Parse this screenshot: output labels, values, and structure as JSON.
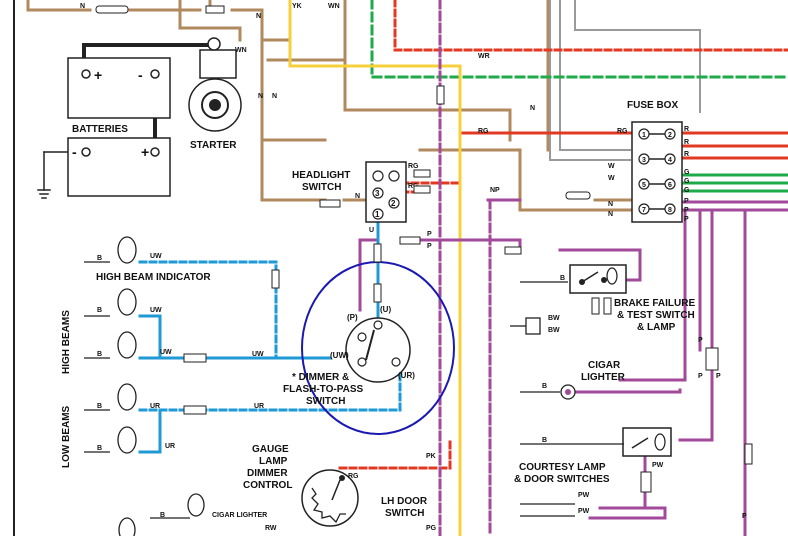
{
  "labels": {
    "batteries": "BATTERIES",
    "starter": "STARTER",
    "headlight_switch_1": "HEADLIGHT",
    "headlight_switch_2": "SWITCH",
    "fuse_box": "FUSE BOX",
    "high_beam_indicator": "HIGH BEAM INDICATOR",
    "high_beams": "HIGH BEAMS",
    "low_beams": "LOW BEAMS",
    "dimmer_1": "* DIMMER &",
    "dimmer_2": "FLASH-TO-PASS",
    "dimmer_3": "SWITCH",
    "brake_1": "BRAKE FAILURE",
    "brake_2": "& TEST SWITCH",
    "brake_3": "& LAMP",
    "cigar_1": "CIGAR",
    "cigar_2": "LIGHTER",
    "courtesy_1": "COURTESY LAMP",
    "courtesy_2": "& DOOR SWITCHES",
    "gauge_1": "GAUGE",
    "gauge_2": "LAMP",
    "gauge_3": "DIMMER",
    "gauge_4": "CONTROL",
    "lh_door_1": "LH DOOR",
    "lh_door_2": "SWITCH",
    "cigar_lighter_small": "CIGAR LIGHTER"
  },
  "terminals": {
    "plus": "+",
    "minus": "-",
    "p": "(P)",
    "u": "(U)",
    "uw": "(UW)",
    "ur": "(UR)",
    "hs1": "1",
    "hs2": "2",
    "hs3": "3"
  },
  "fuse_numbers": [
    "1",
    "2",
    "3",
    "4",
    "5",
    "6",
    "7",
    "8"
  ],
  "wire_codes": {
    "N": "N",
    "YK": "YK",
    "WN": "WN",
    "WR": "WR",
    "RG": "RG",
    "NP": "NP",
    "UW": "UW",
    "UR": "UR",
    "B": "B",
    "U": "U",
    "P": "P",
    "R": "R",
    "G": "G",
    "W": "W",
    "BW": "BW",
    "PW": "PW",
    "PK": "PK",
    "PG": "PG",
    "RW": "RW"
  },
  "colors": {
    "brown": "#b08a5e",
    "red": "#e23a22",
    "green": "#1faa4a",
    "blue": "#1f9ad6",
    "purple": "#a24a9a",
    "yellow": "#f5d03a",
    "black": "#222222",
    "grey": "#9a9a9a",
    "highlight_circle": "#1a1ab0"
  }
}
